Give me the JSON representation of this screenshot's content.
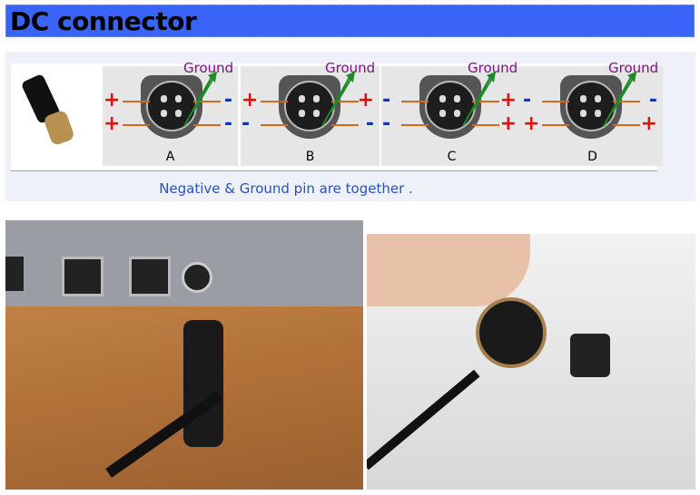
{
  "header": {
    "title": "DC connector",
    "color": "#3a63f8"
  },
  "diagram": {
    "plug_icon": "mini-din-plug-photo",
    "variants": [
      {
        "letter": "A",
        "ground": "Ground",
        "left": [
          "+",
          "+"
        ],
        "right": [
          "-",
          "-"
        ]
      },
      {
        "letter": "B",
        "ground": "Ground",
        "left": [
          "+",
          "-"
        ],
        "right": [
          "+",
          "-"
        ]
      },
      {
        "letter": "C",
        "ground": "Ground",
        "left": [
          "-",
          "-"
        ],
        "right": [
          "+",
          "+"
        ]
      },
      {
        "letter": "D",
        "ground": "Ground",
        "left": [
          "-",
          "+"
        ],
        "right": [
          "-",
          "+"
        ]
      }
    ],
    "caption": "Negative & Ground pin are together ."
  },
  "photos": [
    {
      "icon": "device-with-dc-socket-and-plug-photo"
    },
    {
      "icon": "hand-holding-4-pin-plug-and-socket-photo"
    }
  ]
}
